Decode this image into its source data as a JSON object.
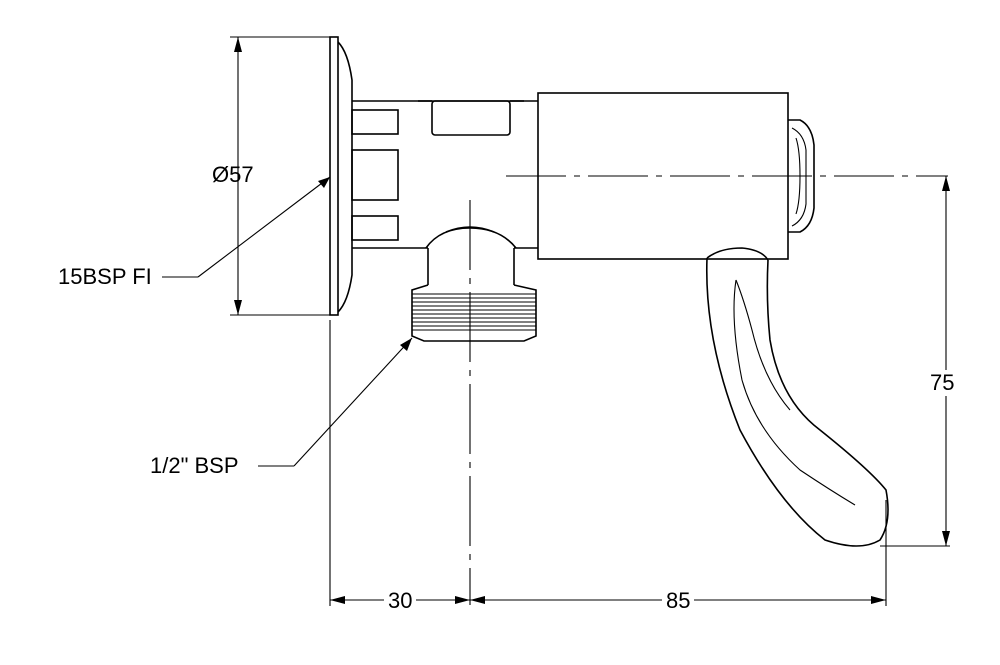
{
  "drawing": {
    "diameter_label": "Ø57",
    "inlet_label": "15BSP FI",
    "outlet_label": "1/2\" BSP",
    "height_label": "75",
    "offset_label": "30",
    "projection_label": "85",
    "line_color": "#000000",
    "background_color": "#ffffff"
  }
}
